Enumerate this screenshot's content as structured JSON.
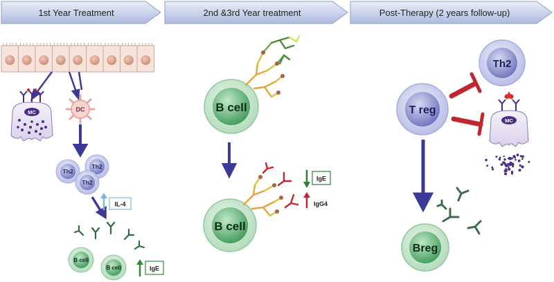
{
  "phases": [
    {
      "label": "1st Year Treatment"
    },
    {
      "label": "2nd &3rd Year treatment"
    },
    {
      "label": "Post-Therapy (2 years follow-up)"
    }
  ],
  "cells": {
    "mast_cell": "MC",
    "dendritic_cell": "DC",
    "th2": "Th2",
    "b_cell": "B cell",
    "t_reg": "T reg",
    "breg": "Breg"
  },
  "labels": {
    "il4": "IL-4",
    "ige": "IgE",
    "igg4": "IgG4"
  },
  "colors": {
    "banner_fill": "#c5d0ea",
    "arrow_purple": "#3c3a96",
    "inhibit_red": "#c0262d",
    "increase_green": "#2e8b3a",
    "increase_blue": "#7fb6e0",
    "decrease_green": "#2e7d32"
  }
}
